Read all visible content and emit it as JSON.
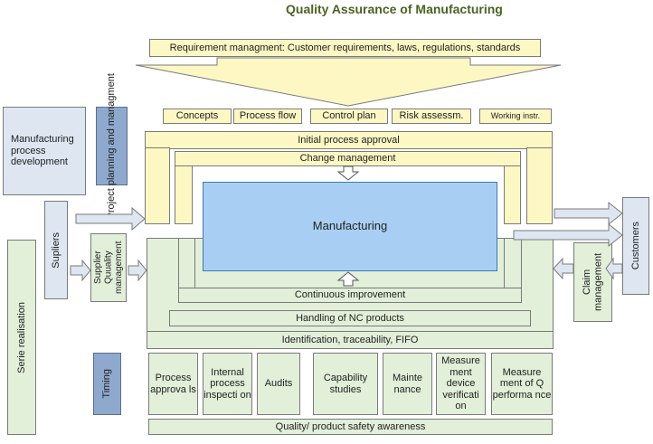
{
  "title": "Quality Assurance of Manufacturing",
  "requirement": "Requirement managment: Customer requirements, laws, regulations, standards",
  "tabs": [
    "Concepts",
    "Process flow",
    "Control plan",
    "Risk assessm.",
    "Working instr."
  ],
  "initial": "Initial process approval",
  "change": "Change management",
  "manufacturing": "Manufacturing",
  "continuous": "Continuous improvement",
  "nc": "Handling of NC products",
  "ident": "Identification, traceability, FIFO",
  "mpd": "Manufacturing process development",
  "project": "Project planning and managment",
  "suppliers": "Supliers",
  "supplier_qm": "Supplier Quuality management",
  "serie": "Serie realisation",
  "timing": "Timing",
  "customers": "Customers",
  "claim": "Claim management",
  "bottom": [
    "Process approva ls",
    "Internal process inspecti on",
    "Audits",
    "Capability studies",
    "Mainte nance",
    "Measure ment device verificati on",
    "Measure ment of Q performa nce"
  ],
  "safety": "Quality/ product safety awareness",
  "colors": {
    "yellow": "#fdf7c3",
    "green": "#e2efd9",
    "blue": "#a8cff3",
    "gray_blue": "#dde6f1",
    "dark_blue": "#8ea9cd",
    "title": "#4a6324"
  }
}
